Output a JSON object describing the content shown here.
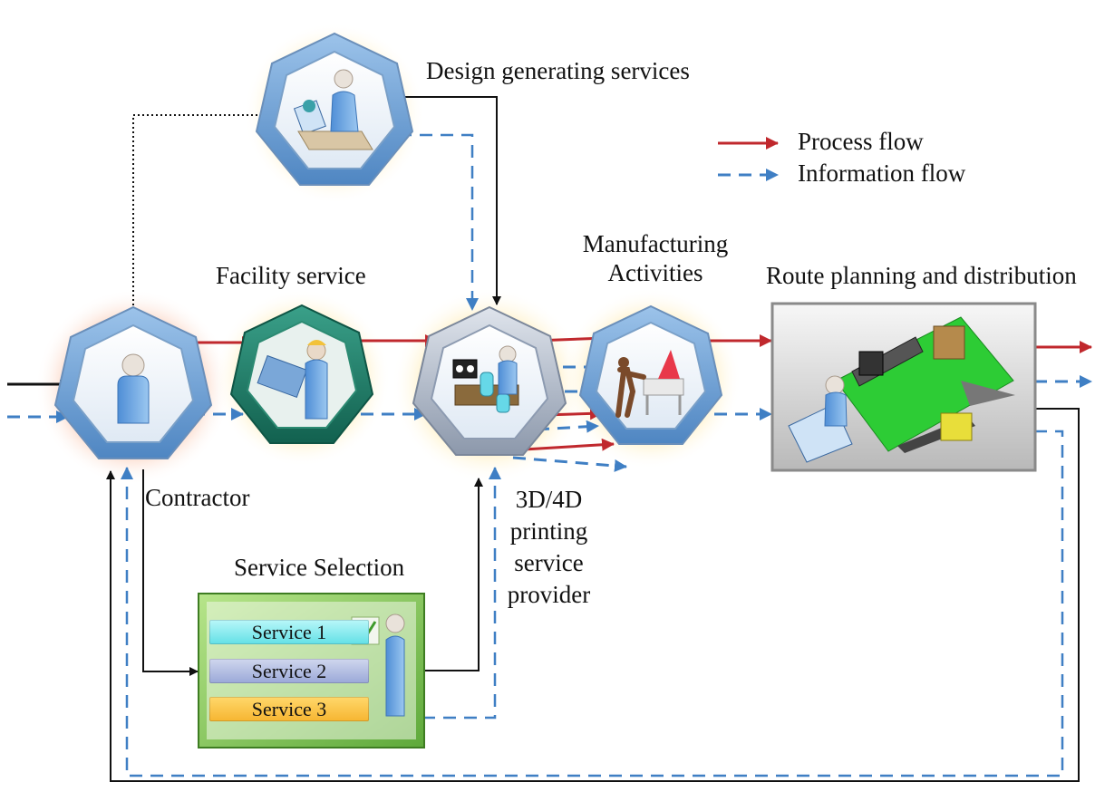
{
  "title_design": "Design generating services",
  "title_facility": "Facility service",
  "title_manufacturing": [
    "Manufacturing",
    "Activities"
  ],
  "title_route": "Route planning and distribution",
  "label_contractor": "Contractor",
  "label_printing": [
    "3D/4D",
    "printing",
    "service",
    "provider"
  ],
  "title_service_selection": "Service Selection",
  "services": [
    "Service 1",
    "Service 2",
    "Service 3"
  ],
  "legend": {
    "process": "Process flow",
    "information": "Information flow"
  },
  "colors": {
    "process_flow": "#c0282d",
    "information_flow": "#3f7fc4",
    "control_flow": "#111111"
  }
}
